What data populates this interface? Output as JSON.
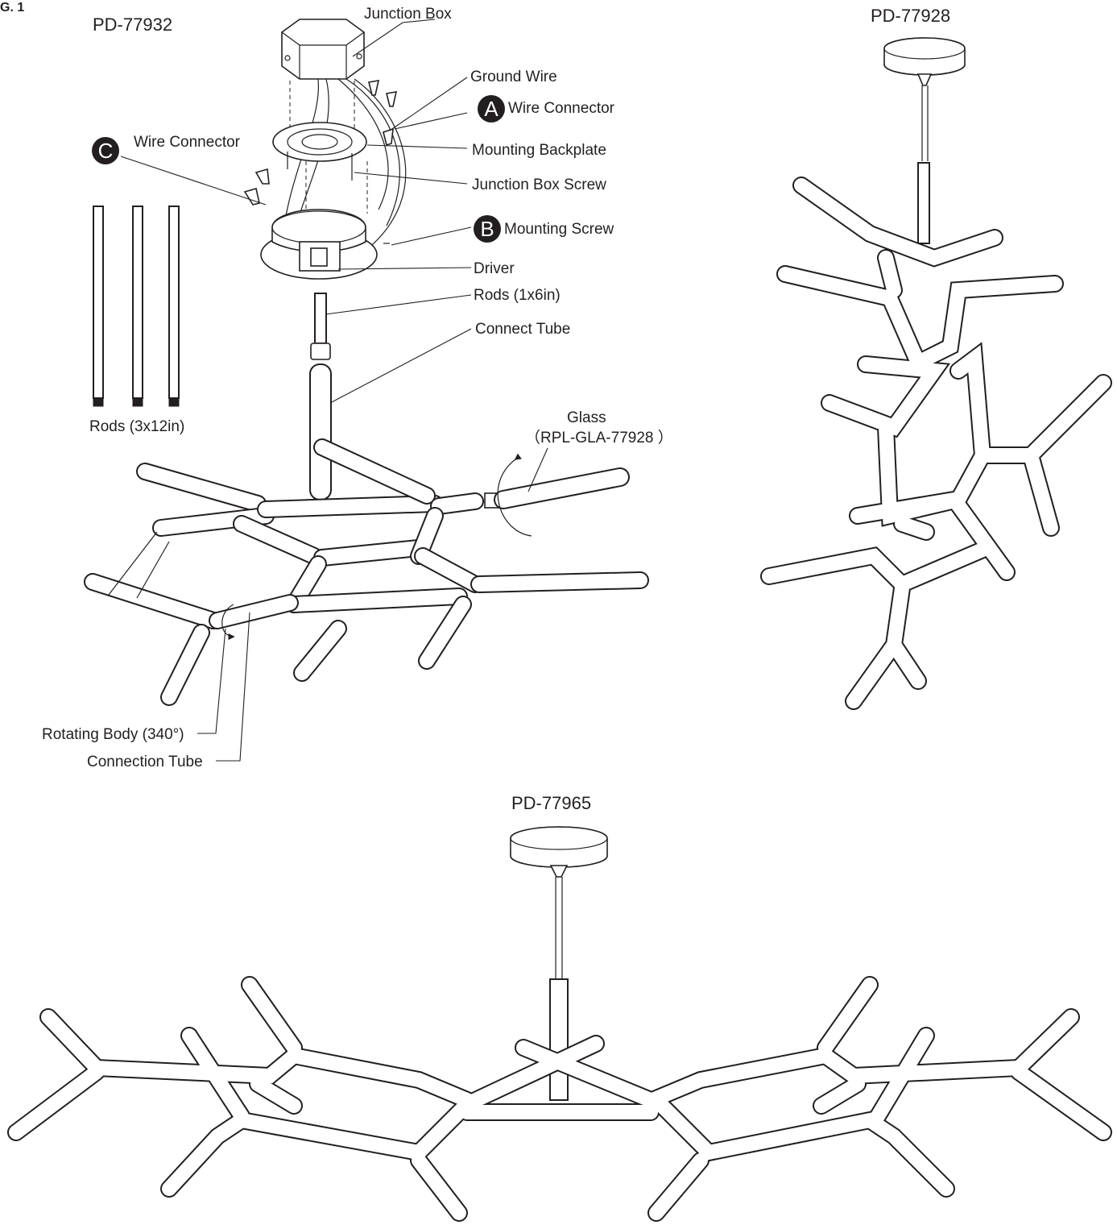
{
  "figure_label": "G. 1",
  "models": {
    "left": "PD-77932",
    "right": "PD-77928",
    "bottom": "PD-77965"
  },
  "badges": {
    "a": "A",
    "b": "B",
    "c": "C"
  },
  "labels": {
    "junction_box": "Junction Box",
    "ground_wire": "Ground Wire",
    "wire_connector_a": "Wire Connector",
    "wire_connector_c": "Wire Connector",
    "mounting_backplate": "Mounting Backplate",
    "junction_box_screw": "Junction Box Screw",
    "mounting_screw": "Mounting Screw",
    "driver": "Driver",
    "rods_short": "Rods (1x6in)",
    "connect_tube": "Connect Tube",
    "rods_long": "Rods (3x12in)",
    "glass": "Glass",
    "glass_part": "（RPL-GLA-77928 ）",
    "rotating_body": "Rotating Body (340°)",
    "connection_tube": "Connection Tube"
  },
  "icons": [
    "junction-box-icon",
    "mounting-backplate-icon",
    "driver-canopy-icon",
    "wire-connector-icon",
    "screw-icon",
    "rod-icon",
    "glass-tube-icon",
    "rotation-arrow-icon",
    "canopy-icon"
  ]
}
